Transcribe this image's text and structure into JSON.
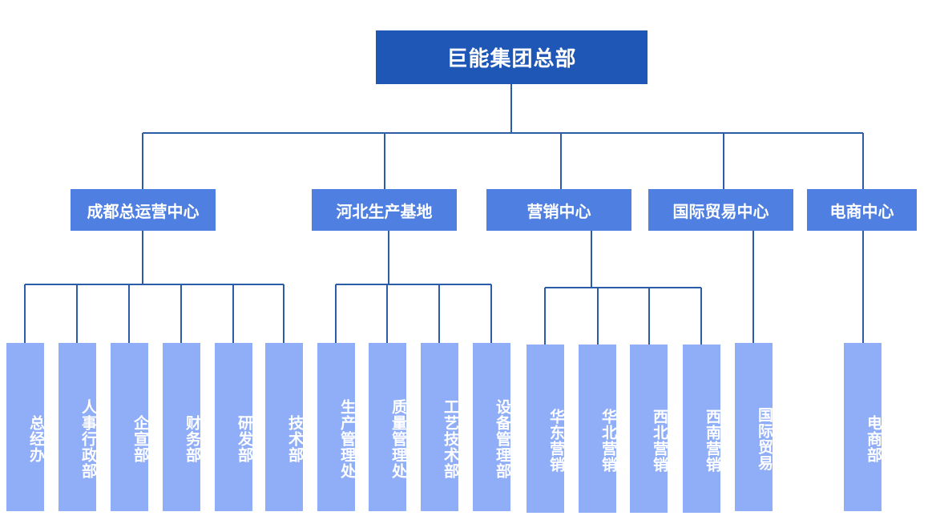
{
  "root": {
    "label": "巨能集团总部"
  },
  "centers": [
    {
      "label": "成都总运营中心",
      "departments": [
        "总经办",
        "人事行政部",
        "企宣部",
        "财务部",
        "研发部",
        "技术部"
      ]
    },
    {
      "label": "河北生产基地",
      "departments": [
        "生产管理处",
        "质量管理处",
        "工艺技术部",
        "设备管理部"
      ]
    },
    {
      "label": "营销中心",
      "departments": [
        "华东营销",
        "华北营销",
        "西北营销",
        "西南营销"
      ]
    },
    {
      "label": "国际贸易中心",
      "departments": [
        "国际贸易"
      ]
    },
    {
      "label": "电商中心",
      "departments": [
        "电商部"
      ]
    }
  ],
  "colors": {
    "root": "#1f57b7",
    "center": "#4f7fe0",
    "department": "#90adf7",
    "line": "#2a5ca8"
  }
}
